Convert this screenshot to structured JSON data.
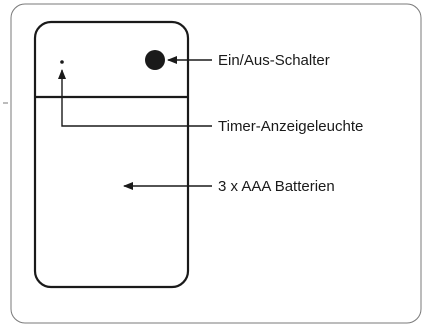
{
  "labels": {
    "power_switch": "Ein/Aus-Schalter",
    "timer_indicator": "Timer-Anzeigeleuchte",
    "batteries": "3 x AAA Batterien"
  },
  "colors": {
    "stroke": "#1a1a1a",
    "frame": "#7a7a7a",
    "background": "#ffffff"
  }
}
